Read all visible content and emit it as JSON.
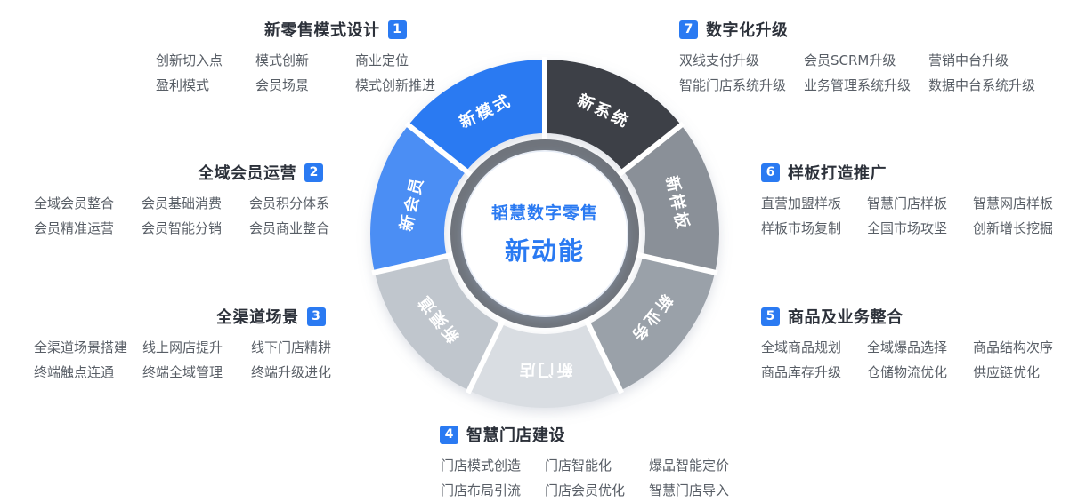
{
  "accent_color": "#2a7af2",
  "wheel": {
    "center": {
      "line1": "韬慧数字零售",
      "line2": "新动能"
    },
    "ring_color": "#6f747c",
    "segments": [
      {
        "label": "新系统",
        "color": "#3c4147"
      },
      {
        "label": "新样板",
        "color": "#8a9098"
      },
      {
        "label": "新业务",
        "color": "#9aa1a9"
      },
      {
        "label": "新门店",
        "color": "#d9dde2"
      },
      {
        "label": "新渠道",
        "color": "#c0c6cd"
      },
      {
        "label": "新会员",
        "color": "#4b8ef4"
      },
      {
        "label": "新模式",
        "color": "#2a7af2"
      }
    ]
  },
  "groups": [
    {
      "number": "1",
      "title": "新零售模式设计",
      "items": [
        "创新切入点",
        "模式创新",
        "商业定位",
        "盈利模式",
        "会员场景",
        "模式创新推进"
      ]
    },
    {
      "number": "2",
      "title": "全域会员运营",
      "items": [
        "全域会员整合",
        "会员基础消费",
        "会员积分体系",
        "会员精准运营",
        "会员智能分销",
        "会员商业整合"
      ]
    },
    {
      "number": "3",
      "title": "全渠道场景",
      "items": [
        "全渠道场景搭建",
        "线上网店提升",
        "线下门店精耕",
        "终端触点连通",
        "终端全域管理",
        "终端升级进化"
      ]
    },
    {
      "number": "4",
      "title": "智慧门店建设",
      "items": [
        "门店模式创造",
        "门店智能化",
        "爆品智能定价",
        "门店布局引流",
        "门店会员优化",
        "智慧门店导入"
      ]
    },
    {
      "number": "5",
      "title": "商品及业务整合",
      "items": [
        "全域商品规划",
        "全域爆品选择",
        "商品结构次序",
        "商品库存升级",
        "仓储物流优化",
        "供应链优化"
      ]
    },
    {
      "number": "6",
      "title": "样板打造推广",
      "items": [
        "直营加盟样板",
        "智慧门店样板",
        "智慧网店样板",
        "样板市场复制",
        "全国市场攻坚",
        "创新增长挖掘"
      ]
    },
    {
      "number": "7",
      "title": "数字化升级",
      "items": [
        "双线支付升级",
        "会员SCRM升级",
        "营销中台升级",
        "智能门店系统升级",
        "业务管理系统升级",
        "数据中台系统升级"
      ]
    }
  ]
}
